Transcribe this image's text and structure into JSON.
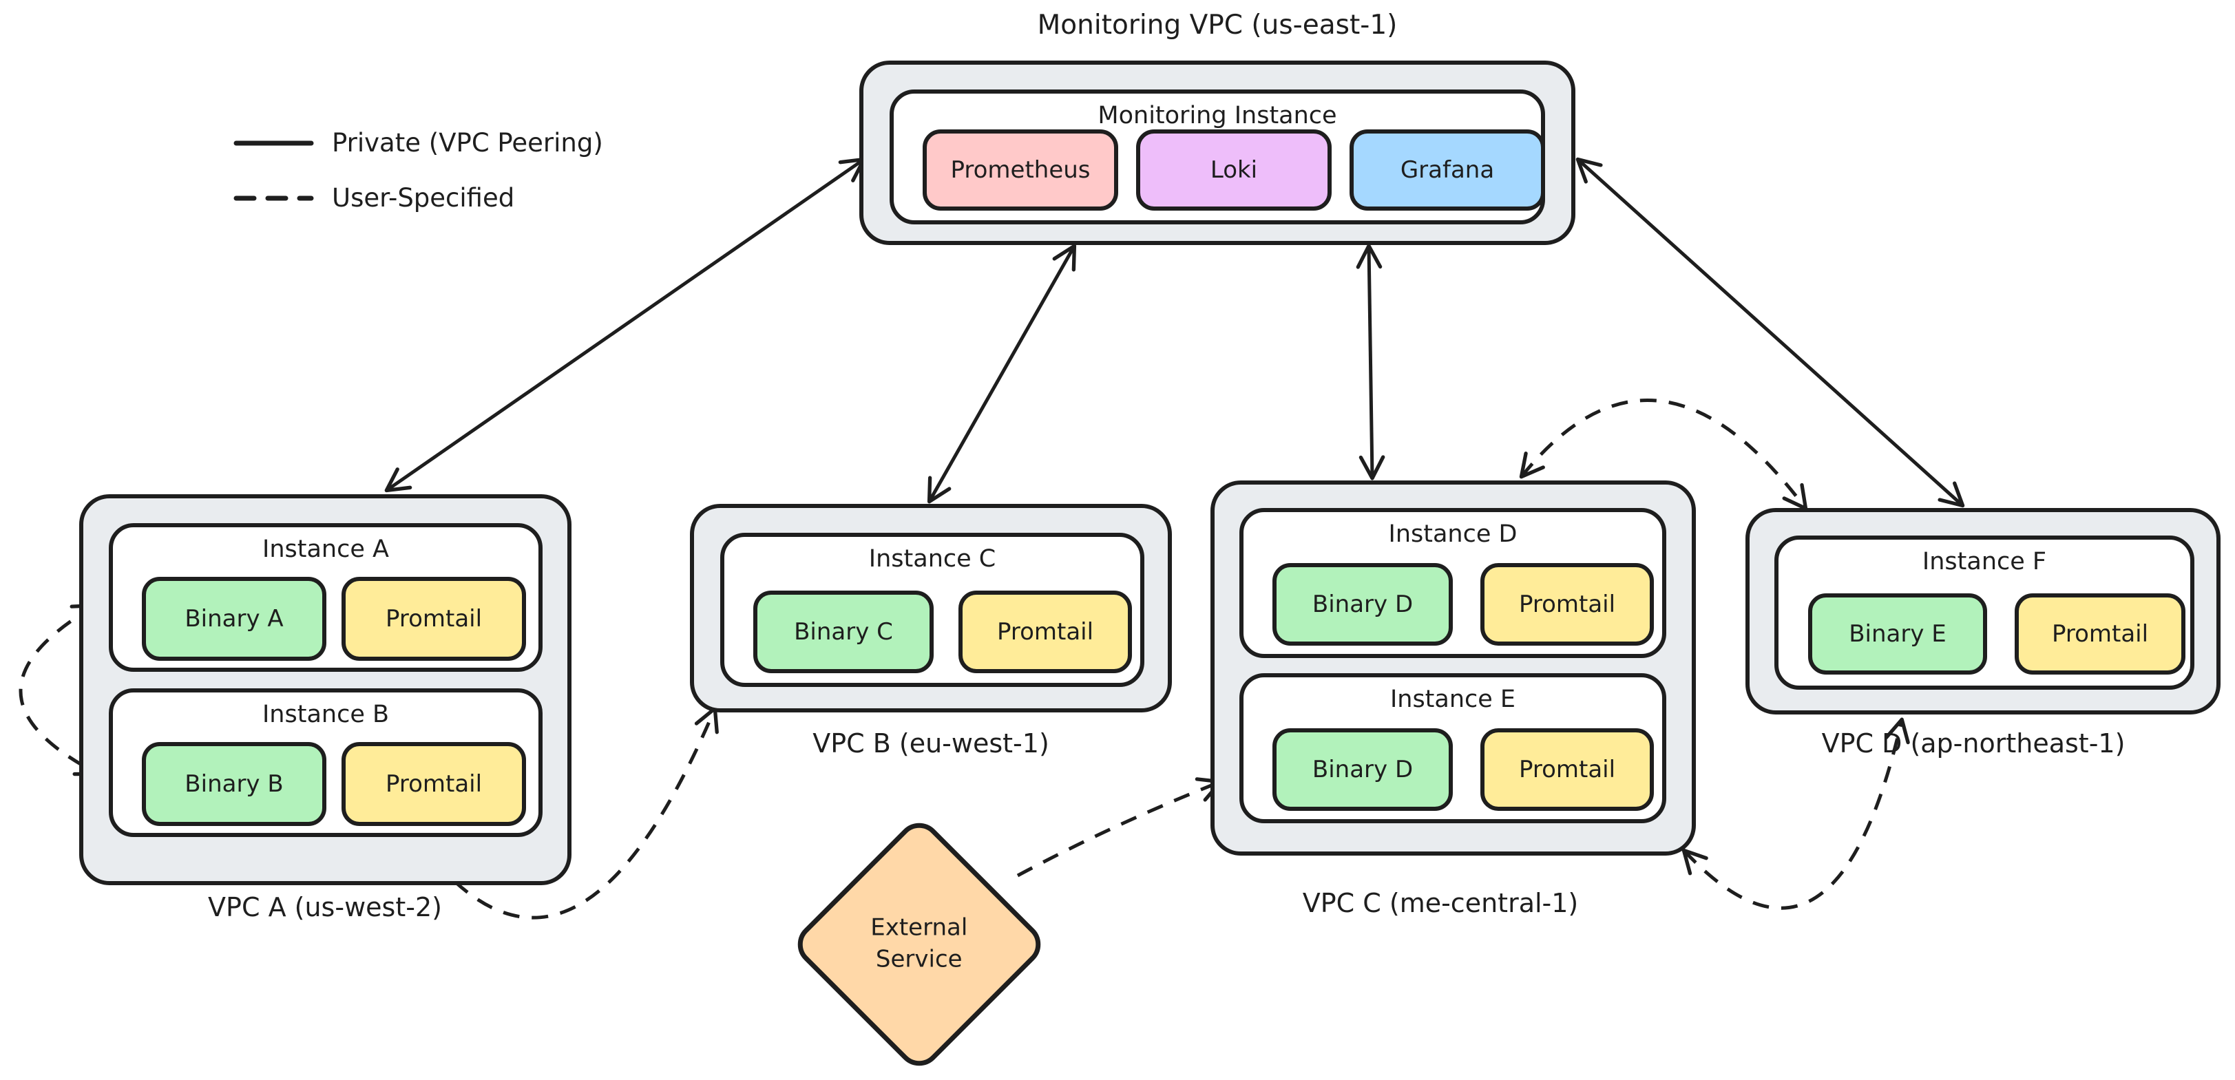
{
  "legend": {
    "items": [
      {
        "label": "Private (VPC Peering)",
        "line_style": "solid"
      },
      {
        "label": "User-Specified",
        "line_style": "dashed"
      }
    ]
  },
  "monitoring_vpc": {
    "label": "Monitoring VPC (us-east-1)",
    "instance": {
      "title": "Monitoring Instance",
      "services": [
        {
          "name": "Prometheus",
          "color": "#ffc9c9"
        },
        {
          "name": "Loki",
          "color": "#eebefa"
        },
        {
          "name": "Grafana",
          "color": "#a5d8ff"
        }
      ]
    }
  },
  "vpcs": [
    {
      "label": "VPC A (us-west-2)",
      "instances": [
        {
          "title": "Instance A",
          "components": [
            {
              "label": "Binary A"
            },
            {
              "label": "Promtail"
            }
          ]
        },
        {
          "title": "Instance B",
          "components": [
            {
              "label": "Binary B"
            },
            {
              "label": "Promtail"
            }
          ]
        }
      ]
    },
    {
      "label": "VPC B (eu-west-1)",
      "instances": [
        {
          "title": "Instance C",
          "components": [
            {
              "label": "Binary C"
            },
            {
              "label": "Promtail"
            }
          ]
        }
      ]
    },
    {
      "label": "VPC C (me-central-1)",
      "instances": [
        {
          "title": "Instance D",
          "components": [
            {
              "label": "Binary D"
            },
            {
              "label": "Promtail"
            }
          ]
        },
        {
          "title": "Instance E",
          "components": [
            {
              "label": "Binary D"
            },
            {
              "label": "Promtail"
            }
          ]
        }
      ]
    },
    {
      "label": "VPC D (ap-northeast-1)",
      "instances": [
        {
          "title": "Instance F",
          "components": [
            {
              "label": "Binary E"
            },
            {
              "label": "Promtail"
            }
          ]
        }
      ]
    }
  ],
  "external_service": {
    "label_line1": "External",
    "label_line2": "Service",
    "color": "#ffd8a8"
  },
  "colors": {
    "binary": "#b2f2bb",
    "promtail": "#ffec99",
    "vpc_fill": "#e9ecef",
    "stroke": "#1e1e1e"
  },
  "edges": [
    {
      "from": "Monitoring VPC",
      "to": "VPC A",
      "type": "private-vpc-peering",
      "bidirectional": true
    },
    {
      "from": "Monitoring VPC",
      "to": "VPC B",
      "type": "private-vpc-peering",
      "bidirectional": true
    },
    {
      "from": "Monitoring VPC",
      "to": "VPC C",
      "type": "private-vpc-peering",
      "bidirectional": true
    },
    {
      "from": "Monitoring VPC",
      "to": "VPC D",
      "type": "private-vpc-peering",
      "bidirectional": true
    },
    {
      "from": "Instance A (VPC A)",
      "to": "Instance B (VPC A)",
      "type": "user-specified",
      "bidirectional": true
    },
    {
      "from": "Instance B (VPC A)",
      "to": "Instance C (VPC B)",
      "type": "user-specified",
      "bidirectional": true
    },
    {
      "from": "External Service",
      "to": "Instance E (VPC C)",
      "type": "user-specified",
      "bidirectional": false
    },
    {
      "from": "Instance D (VPC C)",
      "to": "Instance F (VPC D)",
      "type": "user-specified",
      "bidirectional": true
    },
    {
      "from": "Instance E (VPC C)",
      "to": "Instance F (VPC D)",
      "type": "user-specified",
      "bidirectional": true
    }
  ]
}
